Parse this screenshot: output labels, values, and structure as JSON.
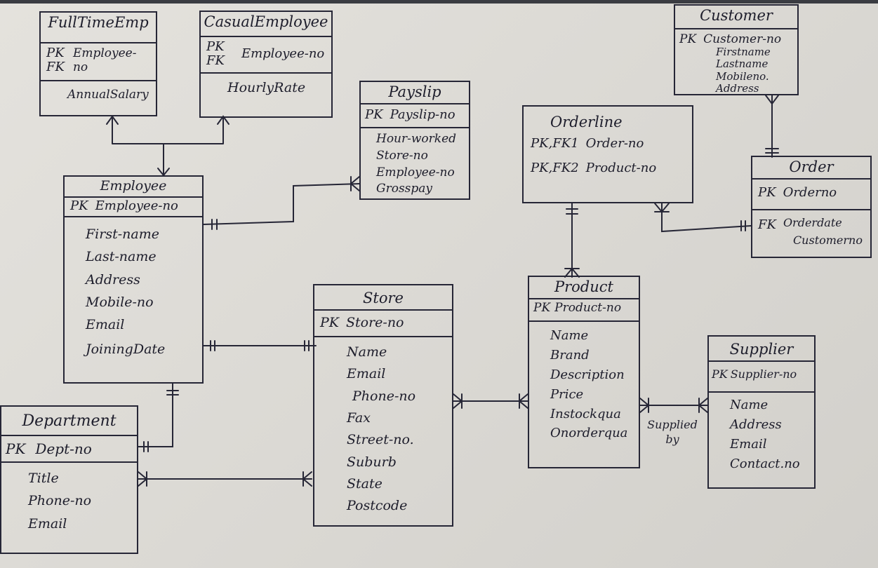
{
  "entities": {
    "fulltime": {
      "title": "FullTimeEmp",
      "keys": [
        "PK",
        "FK"
      ],
      "key_field": "Employee-no",
      "attrs": [
        "AnnualSalary"
      ]
    },
    "casual": {
      "title": "CasualEmployee",
      "keys": [
        "PK",
        "FK"
      ],
      "key_field": "Employee-no",
      "attrs": [
        "HourlyRate"
      ]
    },
    "payslip": {
      "title": "Payslip",
      "pk": "PK",
      "key_field": "Payslip-no",
      "attrs": [
        "Hour-worked",
        "Store-no",
        "Employee-no",
        "Grosspay"
      ]
    },
    "customer": {
      "title": "Customer",
      "pk": "PK",
      "key_field": "Customer-no",
      "attrs": [
        "Firstname",
        "Lastname",
        "Mobileno.",
        "Address"
      ]
    },
    "orderline": {
      "title": "Orderline",
      "rows": [
        {
          "tag": "PK,FK1",
          "field": "Order-no"
        },
        {
          "tag": "PK,FK2",
          "field": "Product-no"
        }
      ]
    },
    "order": {
      "title": "Order",
      "pk": "PK",
      "key_field": "Orderno",
      "fk": "FK",
      "attrs": [
        "Orderdate",
        "Customerno"
      ]
    },
    "employee": {
      "title": "Employee",
      "pk": "PK",
      "key_field": "Employee-no",
      "attrs": [
        "First-name",
        "Last-name",
        "Address",
        "Mobile-no",
        "Email",
        "JoiningDate"
      ]
    },
    "store": {
      "title": "Store",
      "pk": "PK",
      "key_field": "Store-no",
      "attrs": [
        "Name",
        "Email",
        "Phone-no",
        "Fax",
        "Street-no.",
        "Suburb",
        "State",
        "Postcode"
      ]
    },
    "product": {
      "title": "Product",
      "pk": "PK",
      "key_field": "Product-no",
      "attrs": [
        "Name",
        "Brand",
        "Description",
        "Price",
        "Instockqua",
        "Onorderqua"
      ]
    },
    "supplier": {
      "title": "Supplier",
      "pk": "PK",
      "key_field": "Supplier-no",
      "attrs": [
        "Name",
        "Address",
        "Email",
        "Contact.no"
      ]
    },
    "department": {
      "title": "Department",
      "pk": "PK",
      "key_field": "Dept-no",
      "attrs": [
        "Title",
        "Phone-no",
        "Email"
      ]
    }
  },
  "relationship_labels": {
    "product_supplier": "Supplied by"
  },
  "ink_color": "#262636"
}
